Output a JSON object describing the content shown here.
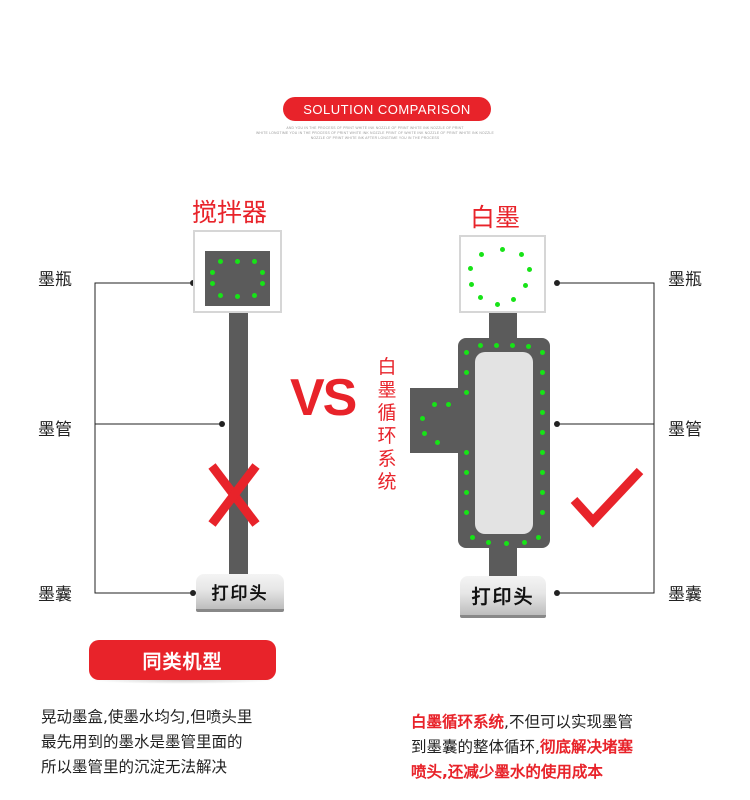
{
  "header": {
    "badge": "SOLUTION COMPARISON",
    "fine_lines": [
      "AND YOU IN THE PROCESS OF PRINT WHITE INK NOZZLE OF PRINT WHITE INK NOZZLE OF PRINT",
      "WHITE LONGTIME YOU IN THE PROCESS OF PRINT WHITE INK NOZZLE PRINT OF WHITE INK NOZZLE OF PRINT WHITE INK NOZZLE",
      "NOZZLE OF PRINT WHITE INK AFTER LONGTIME YOU IN THE PROCESS"
    ]
  },
  "left": {
    "title": "搅拌器",
    "labels": [
      "墨瓶",
      "墨管",
      "墨囊"
    ],
    "head_label": "打印头",
    "cross": "X",
    "button": "同类机型",
    "description": [
      "晃动墨盒,使墨水均匀,但喷头里",
      "最先用到的墨水是墨管里面的",
      "所以墨管里的沉淀无法解决"
    ]
  },
  "vs": "VS",
  "right": {
    "title": "白墨",
    "side_label": [
      "白",
      "墨",
      "循",
      "环",
      "系",
      "统"
    ],
    "labels": [
      "墨瓶",
      "墨管",
      "墨囊"
    ],
    "head_label": "打印头",
    "description": {
      "line1_hl": "白墨循环系统",
      "line1_rest": ",不但可以实现墨管",
      "line2_plain": "到墨囊的整体循环,",
      "line2_hl": "彻底解决堵塞",
      "line3_hl": "喷头,还减少墨水的使用成本"
    }
  },
  "colors": {
    "accent_red": "#e8232a",
    "ink_gray": "#5b5b5b",
    "dot_green": "#17e317"
  }
}
